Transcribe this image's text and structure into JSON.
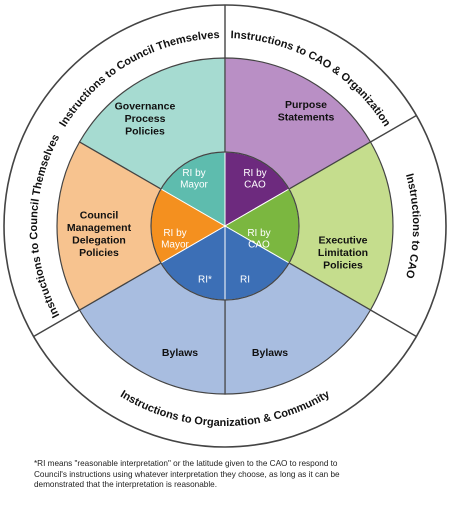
{
  "colors": {
    "outline": "#444444",
    "ring_fill": "#ffffff",
    "center_line": "#ffffff"
  },
  "outer_labels": [
    {
      "text": "Instructions to Council Themselves"
    },
    {
      "text": "Instructions to CAO & Organization"
    },
    {
      "text": "Instructions to CAO"
    },
    {
      "text": "Instructions to Organization & Community"
    },
    {
      "text": "Instructions to Council Themselves"
    }
  ],
  "segments": [
    {
      "lines": [
        "Governance",
        "Process",
        "Policies"
      ],
      "color": "#a6dbd1"
    },
    {
      "lines": [
        "Purpose",
        "Statements"
      ],
      "color": "#b98fc5"
    },
    {
      "lines": [
        "Executive",
        "Limitation",
        "Policies"
      ],
      "color": "#c5dd8d"
    },
    {
      "lines": [
        "Bylaws"
      ],
      "color": "#a8bde0"
    },
    {
      "lines": [
        "Bylaws"
      ],
      "color": "#a8bde0"
    },
    {
      "lines": [
        "Council",
        "Management",
        "Delegation",
        "Policies"
      ],
      "color": "#f7c38f"
    }
  ],
  "inner": [
    {
      "lines": [
        "RI by",
        "Mayor"
      ],
      "color": "#5ebcae"
    },
    {
      "lines": [
        "RI by",
        "CAO"
      ],
      "color": "#6d2a7e"
    },
    {
      "lines": [
        "RI by",
        "CAO"
      ],
      "color": "#7bb740"
    },
    {
      "lines": [
        "RI"
      ],
      "color": "#3c6fb6"
    },
    {
      "lines": [
        "RI*"
      ],
      "color": "#3c6fb6"
    },
    {
      "lines": [
        "RI by",
        "Mayor"
      ],
      "color": "#f4901f"
    }
  ],
  "footnote": {
    "lines": [
      "*RI means \"reasonable interpretation\" or the latitude given to the CAO to respond to",
      "Council's instructions using whatever interpretation they choose, as long as it can be",
      "demonstrated that the interpretation is reasonable."
    ]
  }
}
